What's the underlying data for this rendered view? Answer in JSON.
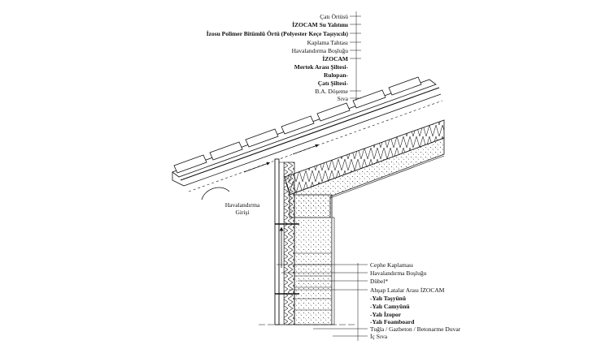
{
  "roof_labels": [
    {
      "text": "Çatı Örtüsü",
      "bold": false
    },
    {
      "text": "İZOCAM Su Yalıtımı",
      "bold": true
    },
    {
      "text": "İzosu Polimer Bitümlü Örtü (Polyester Keçe Taşıyıcılı)",
      "bold": true
    },
    {
      "text": "Kaplama Tahtası",
      "bold": false
    },
    {
      "text": "Havalandırma Boşluğu",
      "bold": false
    },
    {
      "text": "İZOCAM",
      "bold": true
    },
    {
      "text": "Mertek Arası Şiltesi-",
      "bold": true
    },
    {
      "text": "Rulopan-",
      "bold": true
    },
    {
      "text": "Çatı Şiltesi-",
      "bold": true
    },
    {
      "text": "B.A. Döşeme",
      "bold": false
    },
    {
      "text": "Sıva",
      "bold": false
    }
  ],
  "inlet_label": [
    "Havalandırma",
    "Girişi"
  ],
  "wall_labels": [
    {
      "text": "Cephe Kaplaması",
      "bold": false
    },
    {
      "text": "Havalandırma Boşluğu",
      "bold": false
    },
    {
      "text": "Dübel*",
      "bold": false
    },
    {
      "text": "Ahşap Latalar Arası İZOCAM",
      "bold": false
    },
    {
      "text": "-Yalı Taşyünü",
      "bold": true
    },
    {
      "text": "-Yalı Camyünü",
      "bold": true
    },
    {
      "text": "-Yalı İzopor",
      "bold": true
    },
    {
      "text": "-Yalı Foamboard",
      "bold": true
    },
    {
      "text": "Tuğla / Gazbeton / Betonarme Duvar",
      "bold": false
    },
    {
      "text": "İç Sıva",
      "bold": false
    }
  ]
}
